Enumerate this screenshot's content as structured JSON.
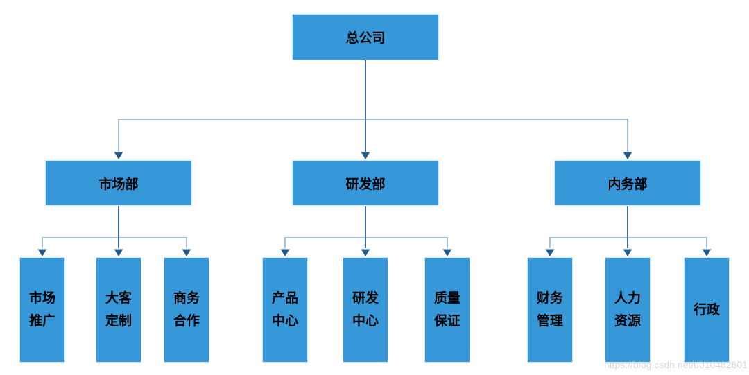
{
  "colors": {
    "box_fill": "#3798d9",
    "box_border": "#cfe7f7",
    "line_dark": "#41719c",
    "line_light": "#7fa8c9",
    "arrow": "#1f5c8b",
    "text": "#000000",
    "watermark": "#d2d5d8"
  },
  "watermark": {
    "text": "https://blog.csdn.net/u010482601"
  },
  "chart": {
    "type": "org-chart",
    "root": {
      "label": "总公司"
    },
    "departments": [
      {
        "label": "市场部",
        "children": [
          {
            "lines": [
              "市场",
              "推广"
            ]
          },
          {
            "lines": [
              "大客",
              "定制"
            ]
          },
          {
            "lines": [
              "商务",
              "合作"
            ]
          }
        ]
      },
      {
        "label": "研发部",
        "children": [
          {
            "lines": [
              "产品",
              "中心"
            ]
          },
          {
            "lines": [
              "研发",
              "中心"
            ]
          },
          {
            "lines": [
              "质量",
              "保证"
            ]
          }
        ]
      },
      {
        "label": "内务部",
        "children": [
          {
            "lines": [
              "财务",
              "管理"
            ]
          },
          {
            "lines": [
              "人力",
              "资源"
            ]
          },
          {
            "lines": [
              "行政"
            ]
          }
        ]
      }
    ]
  }
}
